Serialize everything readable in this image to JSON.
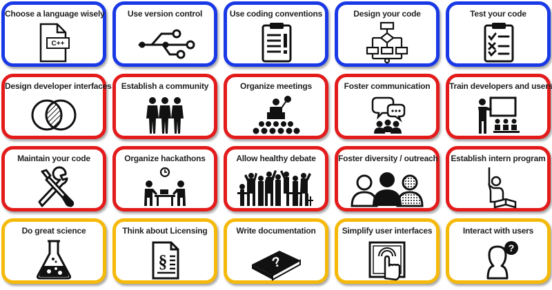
{
  "colors": {
    "blue": "#1a39e6",
    "red": "#e31b1b",
    "yellow": "#f5b90a",
    "icon": "#111111"
  },
  "rows": [
    {
      "color": "blue",
      "cards": [
        {
          "title": "Choose a language wisely",
          "icon": "file-cpp-icon",
          "icon_text": "C++"
        },
        {
          "title": "Use version control",
          "icon": "version-branch-icon"
        },
        {
          "title": "Use coding conventions",
          "icon": "clipboard-warning-icon"
        },
        {
          "title": "Design your code",
          "icon": "flowchart-icon"
        },
        {
          "title": "Test your code",
          "icon": "checklist-icon"
        }
      ]
    },
    {
      "color": "red",
      "cards": [
        {
          "title": "Design developer interfaces",
          "icon": "venn-diagram-icon"
        },
        {
          "title": "Establish a community",
          "icon": "group-people-icon"
        },
        {
          "title": "Organize meetings",
          "icon": "speaker-audience-icon"
        },
        {
          "title": "Foster communication",
          "icon": "chat-bubbles-people-icon"
        },
        {
          "title": "Train developers and users",
          "icon": "teacher-board-icon"
        }
      ]
    },
    {
      "color": "red",
      "cards": [
        {
          "title": "Maintain your code",
          "icon": "wrench-screwdriver-icon"
        },
        {
          "title": "Organize hackathons",
          "icon": "people-at-desk-clock-icon"
        },
        {
          "title": "Allow healthy debate",
          "icon": "crowd-debate-icon"
        },
        {
          "title": "Foster diversity / outreach",
          "icon": "diverse-people-icon"
        },
        {
          "title": "Establish intern program",
          "icon": "student-raising-hand-icon"
        }
      ]
    },
    {
      "color": "yellow",
      "cards": [
        {
          "title": "Do great science",
          "icon": "erlenmeyer-flask-icon"
        },
        {
          "title": "Think about Licensing",
          "icon": "legal-document-icon"
        },
        {
          "title": "Write documentation",
          "icon": "book-question-icon"
        },
        {
          "title": "Simplify user interfaces",
          "icon": "touch-screen-icon"
        },
        {
          "title": "Interact with users",
          "icon": "user-question-icon"
        }
      ]
    }
  ]
}
